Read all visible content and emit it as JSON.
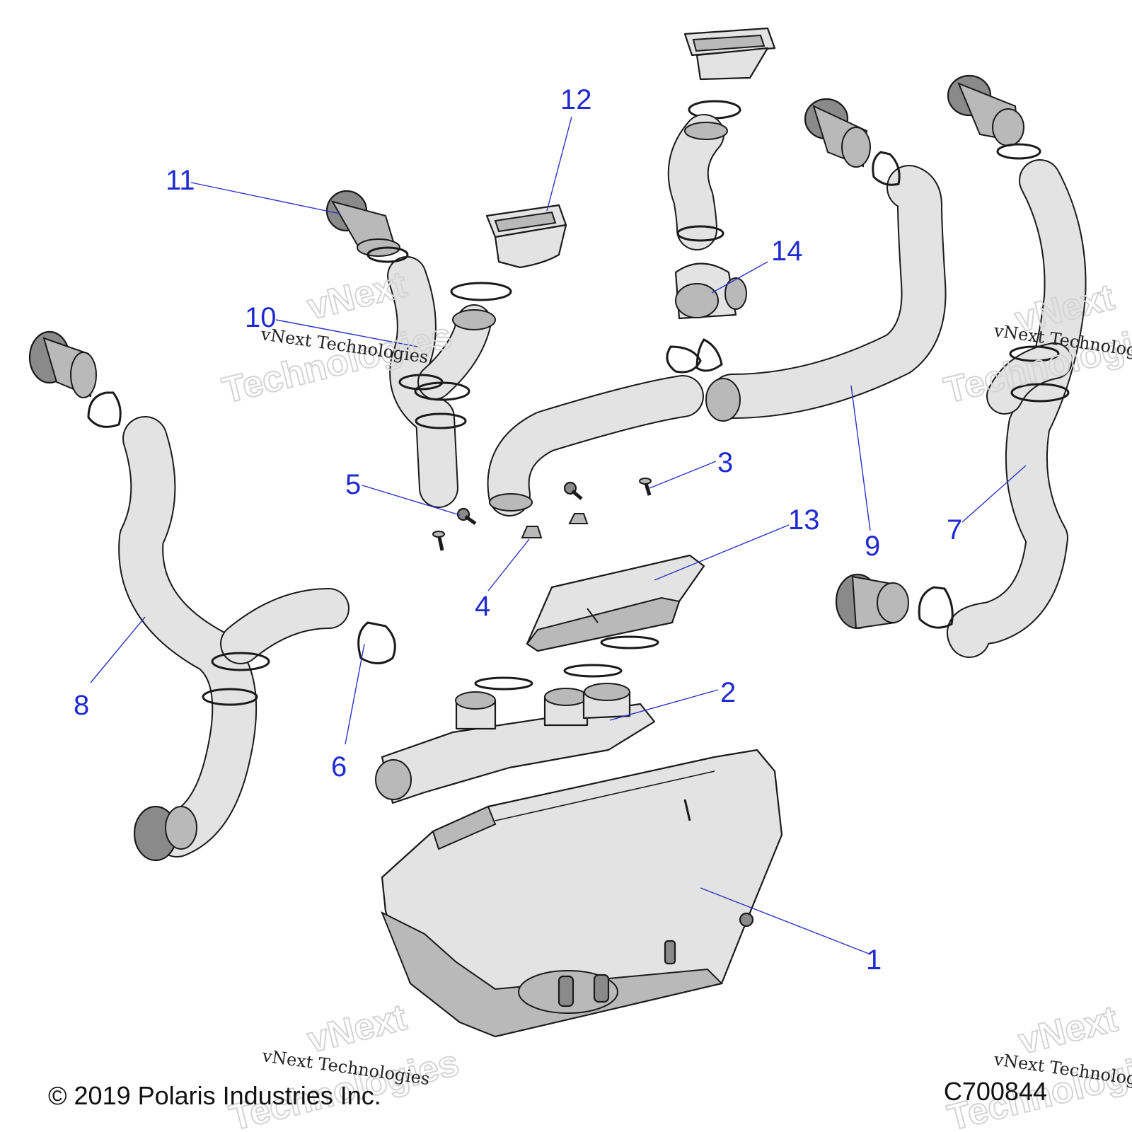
{
  "callouts": [
    {
      "id": "1",
      "label": "1"
    },
    {
      "id": "2",
      "label": "2"
    },
    {
      "id": "3",
      "label": "3"
    },
    {
      "id": "4",
      "label": "4"
    },
    {
      "id": "5",
      "label": "5"
    },
    {
      "id": "6",
      "label": "6"
    },
    {
      "id": "7",
      "label": "7"
    },
    {
      "id": "8",
      "label": "8"
    },
    {
      "id": "9",
      "label": "9"
    },
    {
      "id": "10",
      "label": "10"
    },
    {
      "id": "11",
      "label": "11"
    },
    {
      "id": "12",
      "label": "12"
    },
    {
      "id": "13",
      "label": "13"
    },
    {
      "id": "14",
      "label": "14"
    }
  ],
  "footer": {
    "copyright": "© 2019 Polaris Industries Inc.",
    "diagram_code": "C700844"
  },
  "watermark": {
    "line": "vNext Technologies",
    "outline_top": "vNext",
    "outline_bottom": "Technologies"
  },
  "colors": {
    "callout": "#1f2bd0",
    "leader": "#2a33c8",
    "part_fill": "#e3e3e3",
    "outline": "#1a1a1a"
  }
}
